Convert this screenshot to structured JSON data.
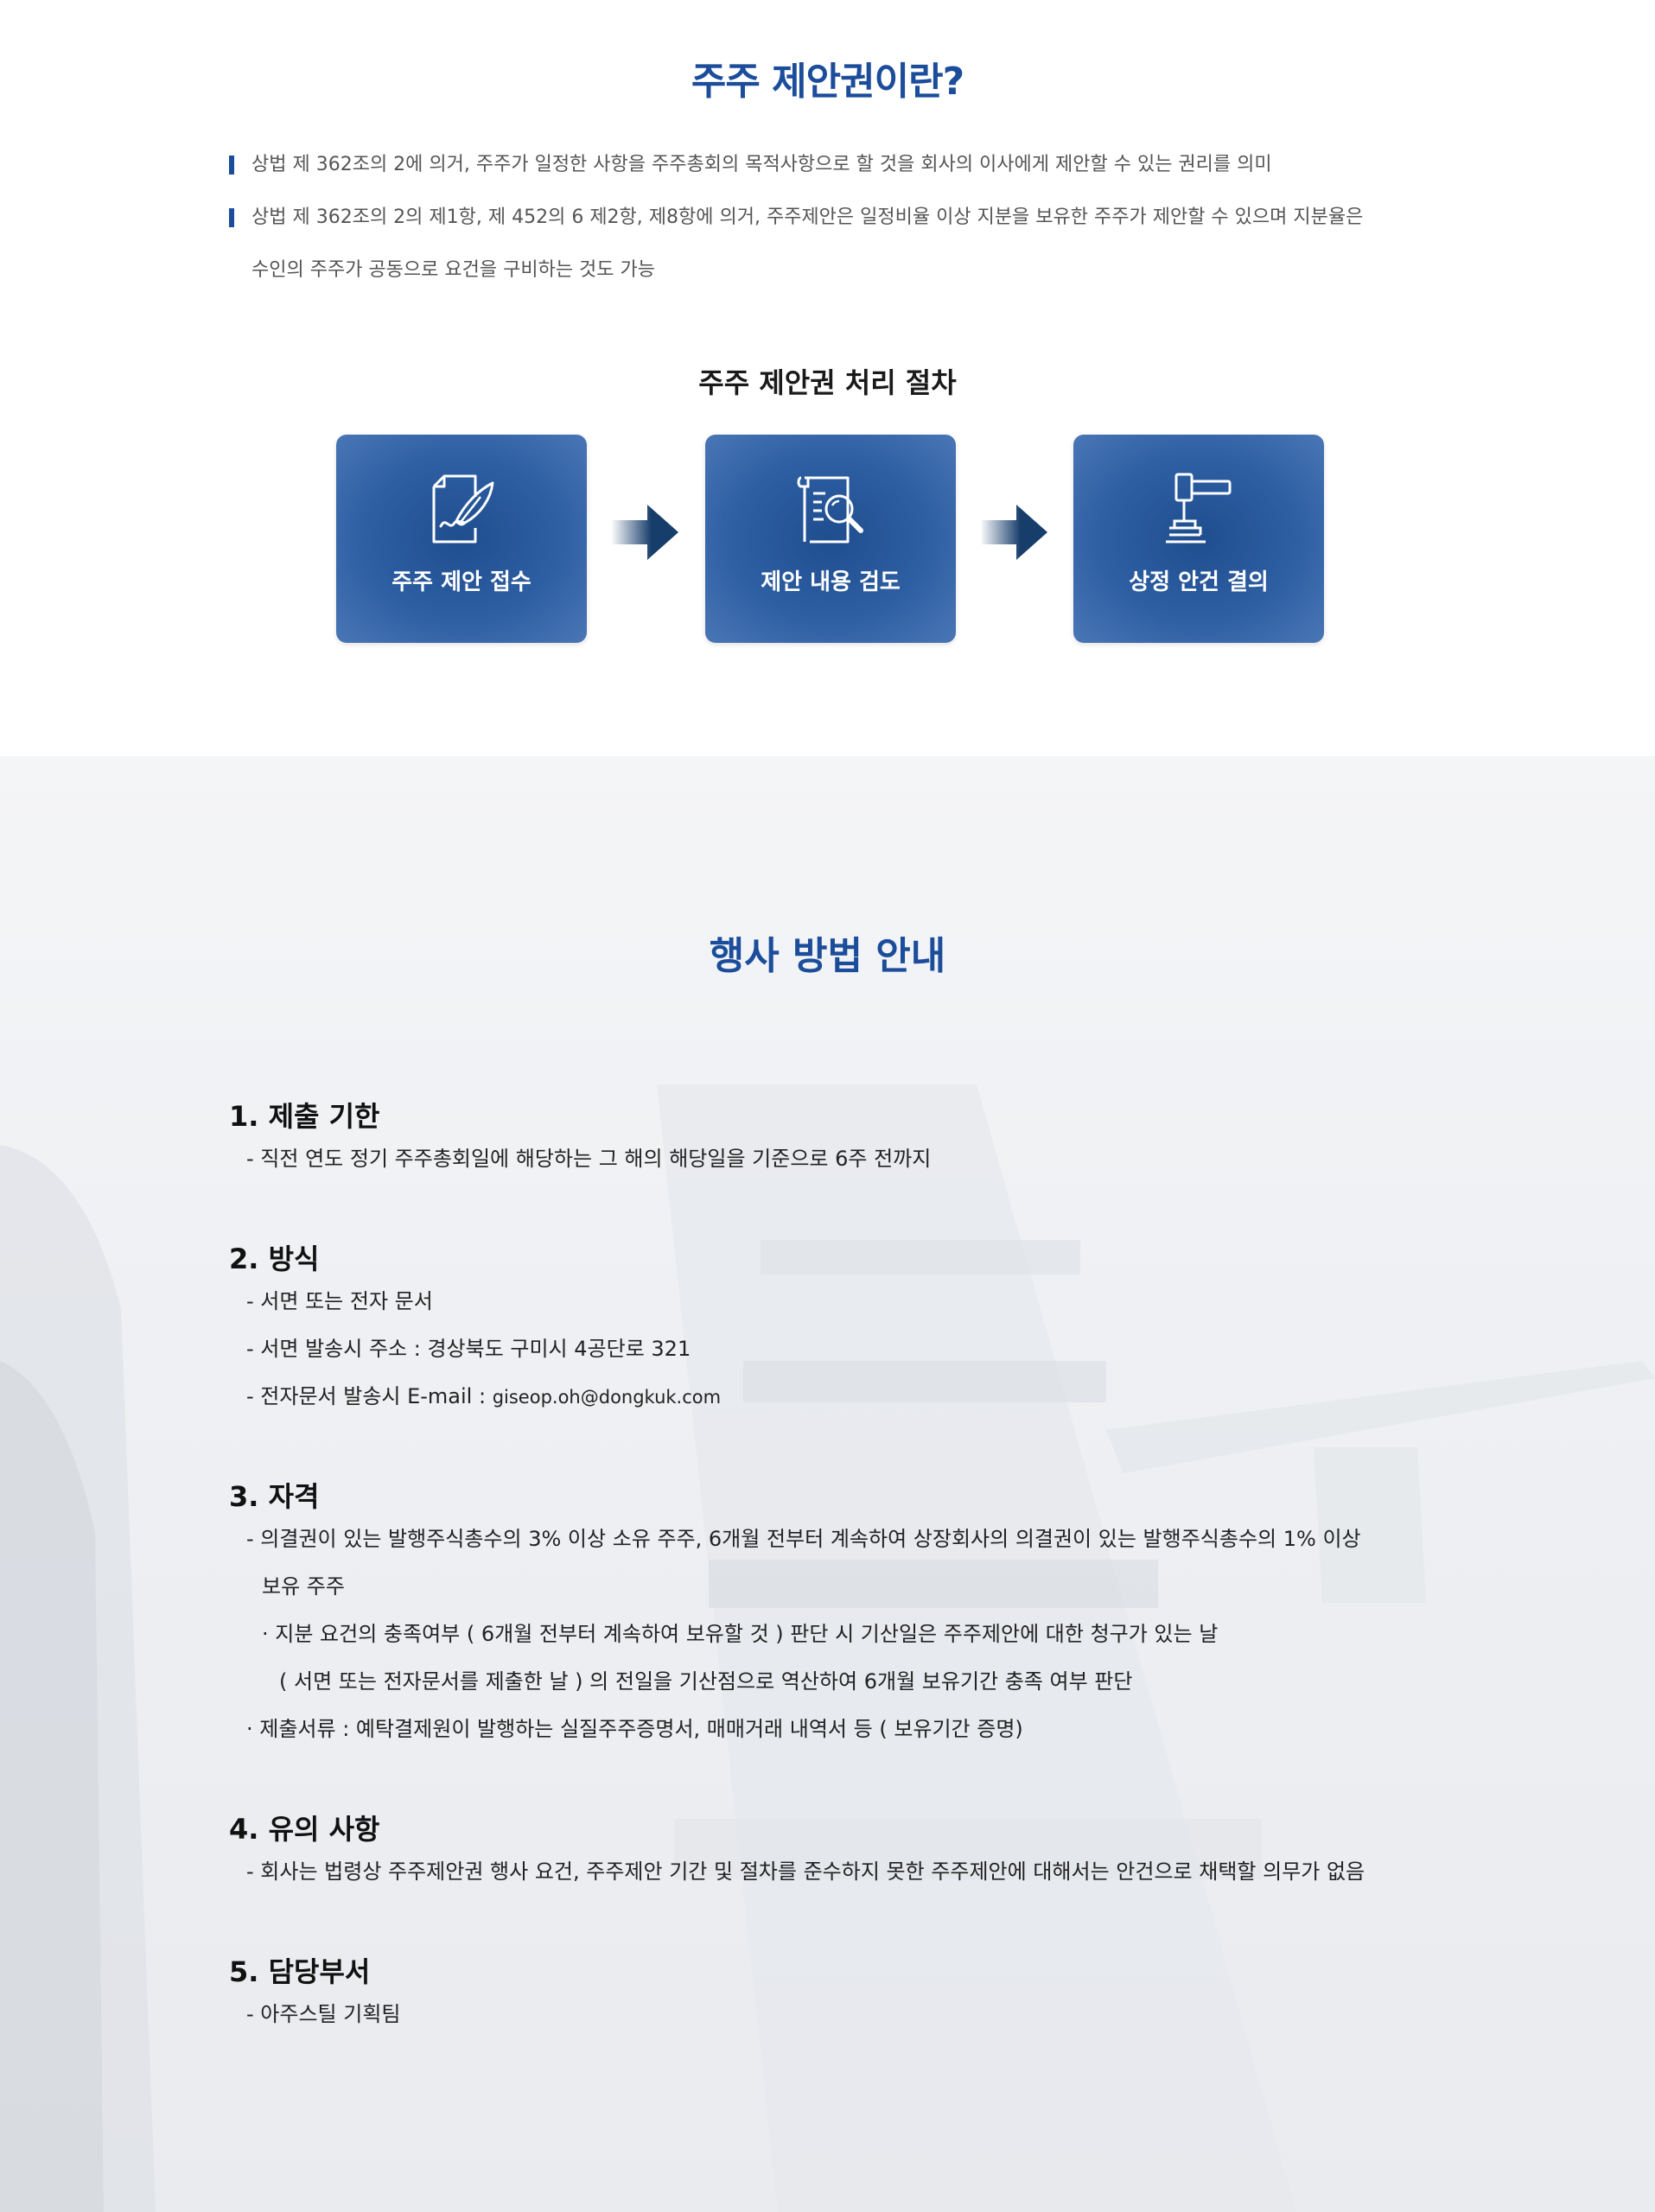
{
  "intro": {
    "title": "주주 제안권이란?",
    "items": [
      "상법 제 362조의 2에 의거, 주주가 일정한 사항을 주주총회의 목적사항으로 할 것을 회사의 이사에게 제안할 수 있는 권리를 의미",
      "상법 제 362조의 2의 제1항, 제 452의 6 제2항, 제8항에 의거, 주주제안은 일정비율 이상 지분을 보유한 주주가 제안할 수 있으며 지분율은",
      "수인의 주주가 공동으로 요건을 구비하는 것도 가능"
    ]
  },
  "procedure": {
    "title": "주주 제안권 처리 절차",
    "steps": [
      {
        "label": "주주 제안 접수",
        "icon": "document-quill-icon"
      },
      {
        "label": "제안 내용 검도",
        "icon": "scroll-magnifier-icon"
      },
      {
        "label": "상정 안건 결의",
        "icon": "gavel-icon"
      }
    ],
    "colors": {
      "card": "#2e5fa3",
      "arrow": "#173d6b",
      "title": "#1c4d9b"
    }
  },
  "guide": {
    "title": "행사 방법 안내",
    "sections": [
      {
        "heading": "1.  제출 기한",
        "lines": [
          "- 직전 연도 정기 주주총회일에 해당하는 그 해의 해당일을 기준으로 6주 전까지"
        ]
      },
      {
        "heading": "2.  방식",
        "lines": [
          "- 서면 또는 전자 문서",
          "- 서면 발송시 주소 : 경상북도 구미시 4공단로 321",
          "- 전자문서 발송시 E-mail : ",
          "giseop.oh@dongkuk.com"
        ]
      },
      {
        "heading": "3.  자격",
        "lines": [
          "- 의결권이 있는 발행주식총수의 3% 이상 소유 주주, 6개월 전부터 계속하여 상장회사의 의결권이 있는 발행주식총수의 1% 이상",
          "보유 주주",
          "· 지분 요건의 충족여부 ( 6개월 전부터 계속하여 보유할 것 ) 판단 시 기산일은 주주제안에 대한 청구가 있는 날",
          "( 서면 또는 전자문서를 제출한 날 ) 의 전일을 기산점으로 역산하여 6개월 보유기간 충족 여부 판단",
          "· 제출서류 : 예탁결제원이 발행하는 실질주주증명서, 매매거래 내역서 등 ( 보유기간 증명)"
        ]
      },
      {
        "heading": "4.  유의 사항",
        "lines": [
          "- 회사는 법령상 주주제안권 행사 요건, 주주제안 기간 및 절차를 준수하지 못한 주주제안에 대해서는  안건으로 채택할 의무가 없음"
        ]
      },
      {
        "heading": "5.  담당부서",
        "lines": [
          "- 아주스틸 기획팀"
        ]
      }
    ]
  }
}
